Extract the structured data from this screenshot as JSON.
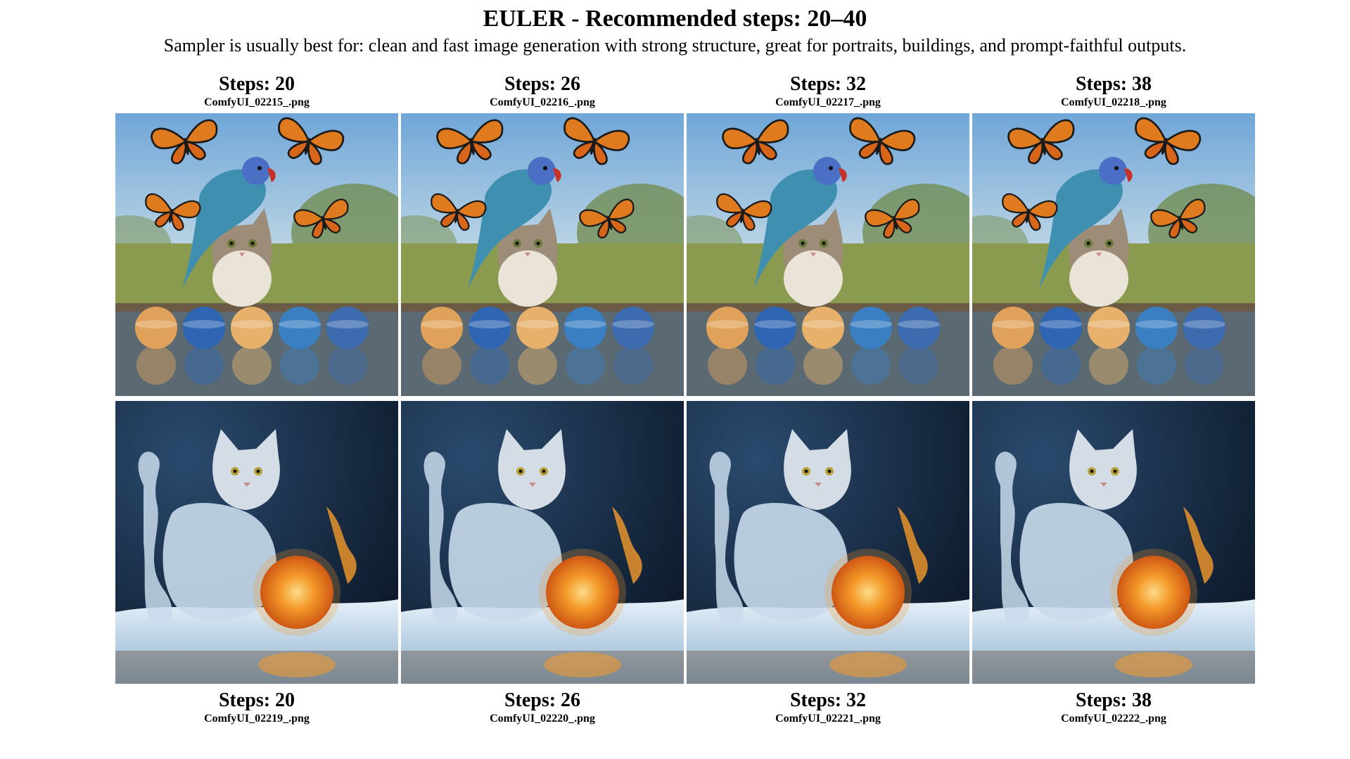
{
  "header": {
    "title": "EULER - Recommended steps: 20–40",
    "subtitle": "Sampler is usually best for: clean and fast image generation with strong structure, great for portraits, buildings, and prompt-faithful outputs."
  },
  "grid": {
    "top_row": [
      {
        "steps": "Steps: 20",
        "file": "ComfyUI_02215_.png",
        "image": "parrot-cat-butterflies-planets-photo"
      },
      {
        "steps": "Steps: 26",
        "file": "ComfyUI_02216_.png",
        "image": "parrot-cat-butterflies-planets-photo"
      },
      {
        "steps": "Steps: 32",
        "file": "ComfyUI_02217_.png",
        "image": "parrot-cat-butterflies-planets-photo"
      },
      {
        "steps": "Steps: 38",
        "file": "ComfyUI_02218_.png",
        "image": "parrot-cat-butterflies-planets-photo"
      }
    ],
    "bottom_row": [
      {
        "steps": "Steps: 20",
        "file": "ComfyUI_02219_.png",
        "image": "ice-cat-fire-ball-photo"
      },
      {
        "steps": "Steps: 26",
        "file": "ComfyUI_02220_.png",
        "image": "ice-cat-fire-ball-photo"
      },
      {
        "steps": "Steps: 32",
        "file": "ComfyUI_02221_.png",
        "image": "ice-cat-fire-ball-photo"
      },
      {
        "steps": "Steps: 38",
        "file": "ComfyUI_02222_.png",
        "image": "ice-cat-fire-ball-photo"
      }
    ]
  },
  "colors": {
    "background": "#ffffff",
    "text": "#000000",
    "sky": "#8fb8dc",
    "grass": "#8a9a4e",
    "water": "#5b6a72",
    "parrot": "#3f8fb0",
    "butterfly": "#e07a1f",
    "ice": "#c9dcec",
    "fire": "#f59a2a",
    "night": "#0d1a2b"
  }
}
